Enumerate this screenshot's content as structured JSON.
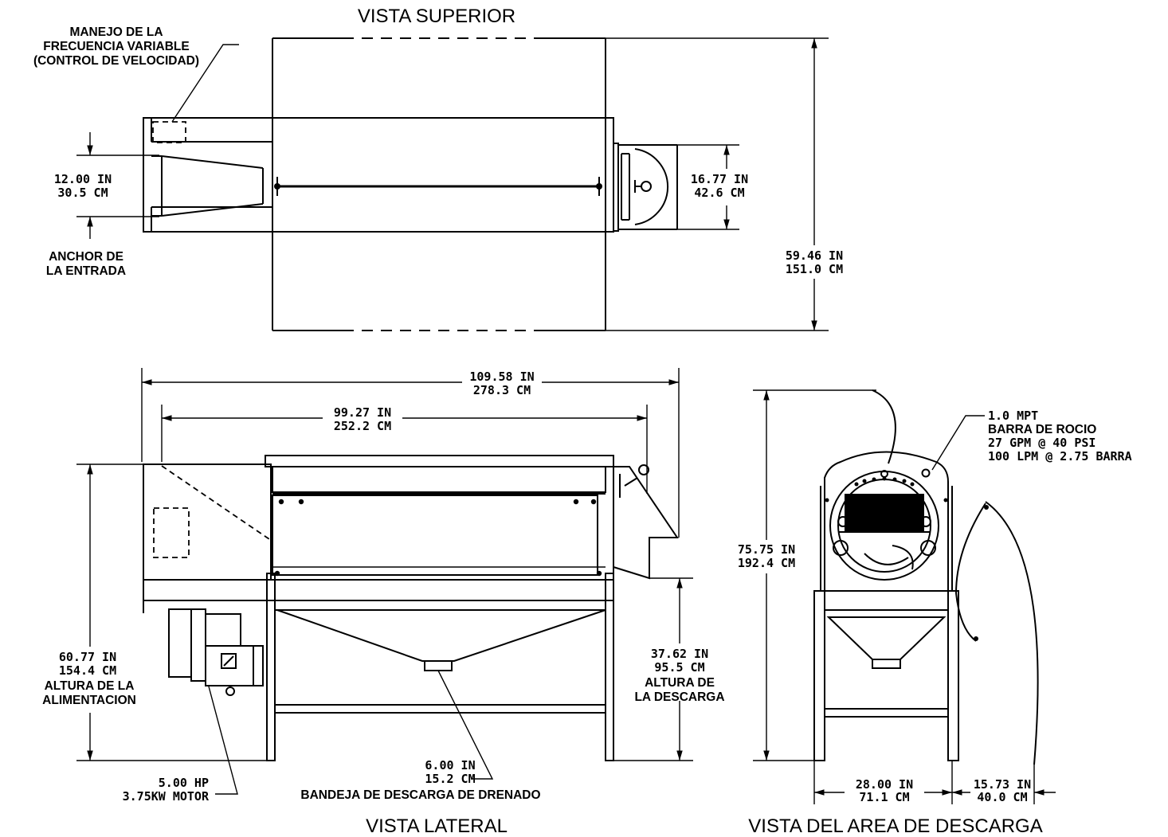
{
  "views": {
    "top": "VISTA SUPERIOR",
    "side": "VISTA LATERAL",
    "discharge": "VISTA DEL AREA DE DESCARGA"
  },
  "labels": {
    "vfd": [
      "MANEJO DE LA",
      "FRECUENCIA VARIABLE",
      "(CONTROL DE VELOCIDAD)"
    ],
    "inlet_width": [
      "ANCHOR DE",
      "LA ENTRADA"
    ],
    "feed_height": [
      "ALTURA DE LA",
      "ALIMENTACION"
    ],
    "discharge_height": [
      "ALTURA DE",
      "LA DESCARGA"
    ],
    "drain_tray": "BANDEJA DE DESCARGA DE DRENADO",
    "motor": [
      "5.00 HP",
      "3.75KW MOTOR"
    ],
    "spray_bar": [
      "1.0 MPT",
      "BARRA DE ROCIO",
      "27 GPM @ 40 PSI",
      "100 LPM @ 2.75 BARRA"
    ]
  },
  "dimensions": {
    "inlet": [
      "12.00 IN",
      "30.5 CM"
    ],
    "chute": [
      "16.77 IN",
      "42.6 CM"
    ],
    "top_width": [
      "59.46 IN",
      "151.0 CM"
    ],
    "overall_length": [
      "109.58 IN",
      "278.3 CM"
    ],
    "frame_length": [
      "99.27 IN",
      "252.2 CM"
    ],
    "feed_height": [
      "60.77 IN",
      "154.4 CM"
    ],
    "discharge_height": [
      "37.62 IN",
      "95.5 CM"
    ],
    "drain": [
      "6.00 IN",
      "15.2 CM"
    ],
    "overall_height": [
      "75.75 IN",
      "192.4 CM"
    ],
    "leg_width": [
      "28.00 IN",
      "71.1 CM"
    ],
    "door_swing": [
      "15.73 IN",
      "40.0 CM"
    ]
  }
}
